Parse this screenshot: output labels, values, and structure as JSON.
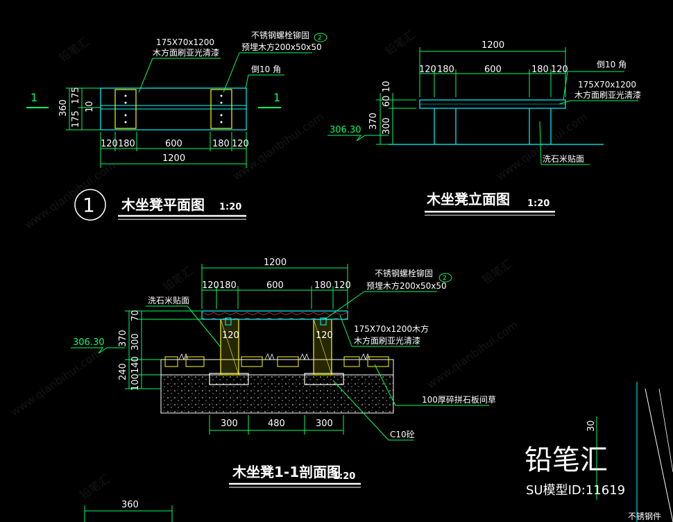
{
  "plan": {
    "title": "木坐凳平面图",
    "scale": "1:20",
    "index": "1",
    "note_board_1": "175X70x1200",
    "note_board_2": "木方面刷亚光清漆",
    "note_bolt_1": "不锈钢螺栓铆固",
    "note_bolt_2": "预埋木方200x50x50",
    "note_chamfer": "倒10 角",
    "bubble": "2",
    "section_mark": "1",
    "dim_total_v": "360",
    "dim_v1": "175",
    "dim_v2": "175",
    "dim_v3": "10",
    "dim_120a": "120",
    "dim_180a": "180",
    "dim_600": "600",
    "dim_180b": "180",
    "dim_120b": "120",
    "dim_total": "1200"
  },
  "elevation": {
    "title": "木坐凳立面图",
    "scale": "1:20",
    "dim_total": "1200",
    "dim_120a": "120",
    "dim_180a": "180",
    "dim_600": "600",
    "dim_180b": "180",
    "dim_120b": "120",
    "note_chamfer": "倒10 角",
    "note_board_1": "175X70x1200",
    "note_board_2": "木方面刷亚光清漆",
    "note_finish": "洗石米贴面",
    "dim_10": "10",
    "dim_60": "60",
    "dim_370": "370",
    "dim_300": "300",
    "level": "306.30"
  },
  "section": {
    "title": "木坐凳1-1剖面图",
    "scale": "1:20",
    "dim_total": "1200",
    "dim_120a": "120",
    "dim_180a": "180",
    "dim_600": "600",
    "dim_180b": "180",
    "dim_120b": "120",
    "note_bolt_1": "不锈钢螺栓铆固",
    "note_bolt_2": "预埋木方200x50x50",
    "bubble": "2",
    "note_finish": "洗石米贴面",
    "note_board_1": "175X70x1200木方",
    "note_board_2": "木方面刷亚光清漆",
    "note_paving": "100厚碎拼石板间草",
    "note_concrete": "C10砼",
    "inner_120a": "120",
    "inner_120b": "120",
    "level": "306.30",
    "dim_70": "70",
    "dim_370": "370",
    "dim_300": "300",
    "dim_140": "140",
    "dim_240": "240",
    "dim_100": "100",
    "dim_b300a": "300",
    "dim_b480": "480",
    "dim_b300b": "300"
  },
  "bottom": {
    "dim_360": "360",
    "dim_30": "30",
    "note_cut": "不锈钢件"
  },
  "watermark": {
    "brand": "铅笔汇",
    "model_id": "SU模型ID:11619",
    "tile_text": "www.qianbihui.com",
    "tile_logo": "铅笔汇"
  },
  "colors": {
    "outline": "#00ffff",
    "wood": "#ffff00",
    "dimension": "#00ff66",
    "text": "#ffffff",
    "hatch": "#ff4444"
  }
}
